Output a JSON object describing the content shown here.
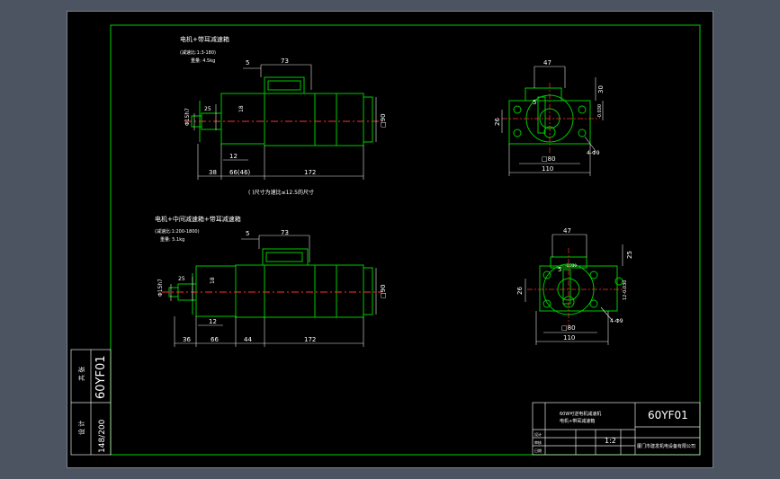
{
  "colors": {
    "background": "#4c5461",
    "canvas": "#000000",
    "border": "#00d000",
    "body": "#00c800",
    "dim": "#e6e6e6",
    "center_line": "#ff3030",
    "text": "#ffffff"
  },
  "top_view": {
    "title": "电机+带耳减速箱",
    "note1": "(减速比:1:3-180)",
    "note2": "重量: 4.5kg",
    "dim_5": "5",
    "dim_73": "73",
    "dim_phi15": "Φ15h7",
    "dim_25": "25",
    "dim_18": "18",
    "dim_12": "12",
    "dim_box90": "□90",
    "dim_38": "38",
    "dim_66": "66(46)",
    "dim_172": "172",
    "footnote": "( )尺寸为速比≤12.5的尺寸"
  },
  "top_end": {
    "dim_47": "47",
    "dim_30": "30",
    "dim_5": "5",
    "dim_26": "26",
    "dim_box80": "□80",
    "dim_110": "110",
    "dim_holes": "4-Φ9",
    "dim_tol": "-0.030"
  },
  "bottom_view": {
    "title": "电机+中间减速箱+带耳减速箱",
    "note1": "(减速比:1:200-1800)",
    "note2": "重量: 5.1kg",
    "dim_5": "5",
    "dim_73": "73",
    "dim_phi15": "Φ15h7",
    "dim_25": "25",
    "dim_18": "18",
    "dim_12": "12",
    "dim_box90": "□90",
    "dim_36": "36",
    "dim_66": "66",
    "dim_44": "44",
    "dim_172": "172"
  },
  "bottom_end": {
    "dim_47": "47",
    "dim_25": "25",
    "dim_5": "5",
    "dim_12": "12-0.030",
    "dim_26": "26",
    "dim_box80": "□80",
    "dim_110": "110",
    "dim_holes": "4-Φ9",
    "dim_tol": "-0.030"
  },
  "side_block": {
    "label1": "共 张",
    "label2": "设 计",
    "code": "60YF01",
    "drawing_no": "148/200"
  },
  "title_block": {
    "desc_line1": "60W可逆电机减速机",
    "desc_line2": "电机+带耳减速箱",
    "code": "60YF01",
    "scale": "1:2",
    "row_labels": [
      "设计",
      "审核",
      "日期"
    ],
    "company": "厦门市建发机电设备有限公司"
  }
}
